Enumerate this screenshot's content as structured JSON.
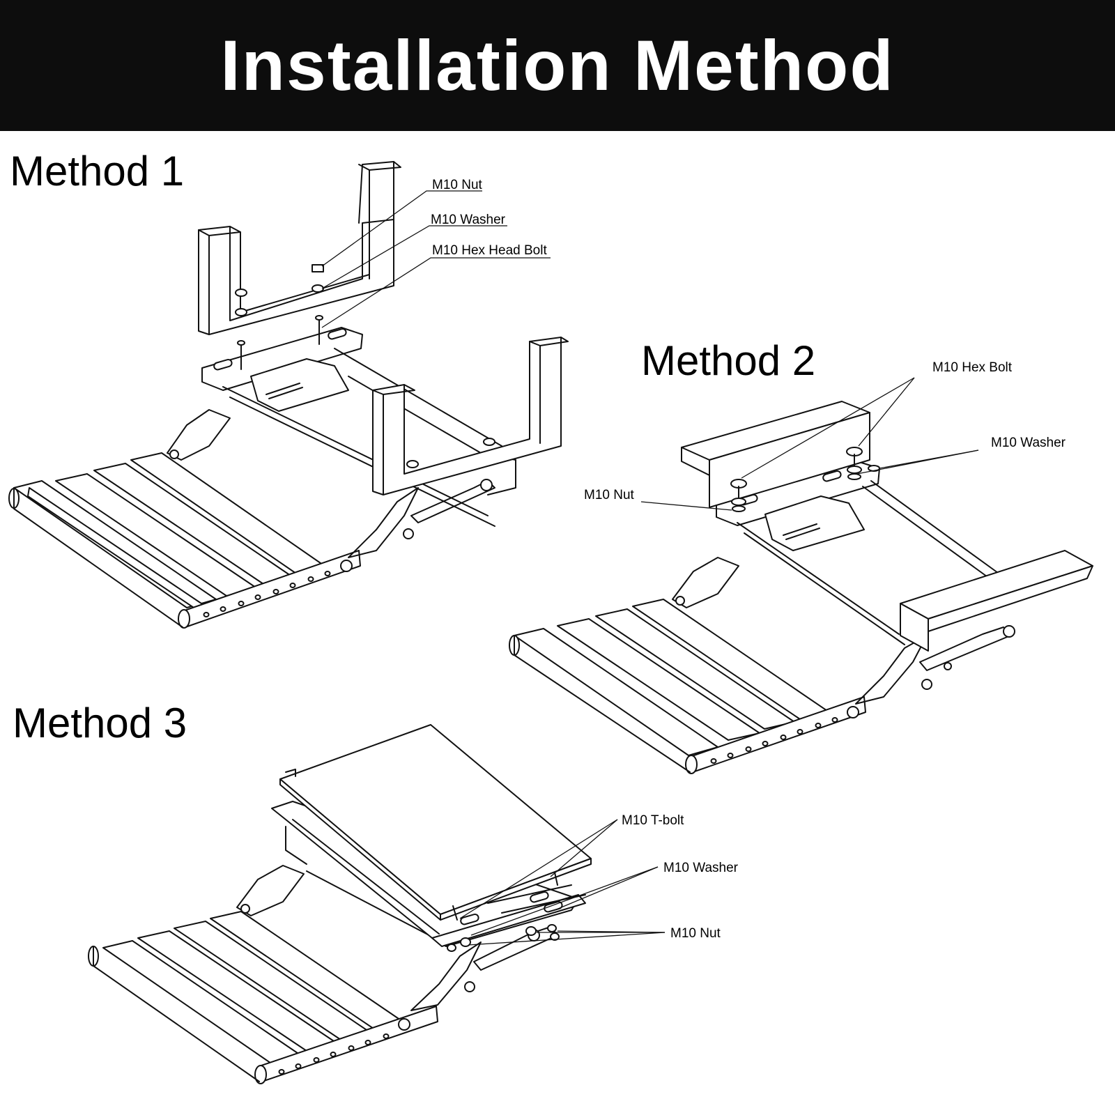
{
  "header": {
    "title": "Installation Method"
  },
  "colors": {
    "banner": "#0d0d0d",
    "banner_text": "#ffffff",
    "line": "#111111"
  },
  "methods": [
    {
      "title": "Method 1",
      "parts": [
        "M10 Nut",
        "M10 Washer",
        "M10 Hex Head Bolt"
      ]
    },
    {
      "title": "Method 2",
      "parts": [
        "M10 Hex Bolt",
        "M10 Washer",
        "M10 Nut"
      ]
    },
    {
      "title": "Method 3",
      "parts": [
        "M10 T-bolt",
        "M10 Washer",
        "M10 Nut"
      ]
    }
  ]
}
